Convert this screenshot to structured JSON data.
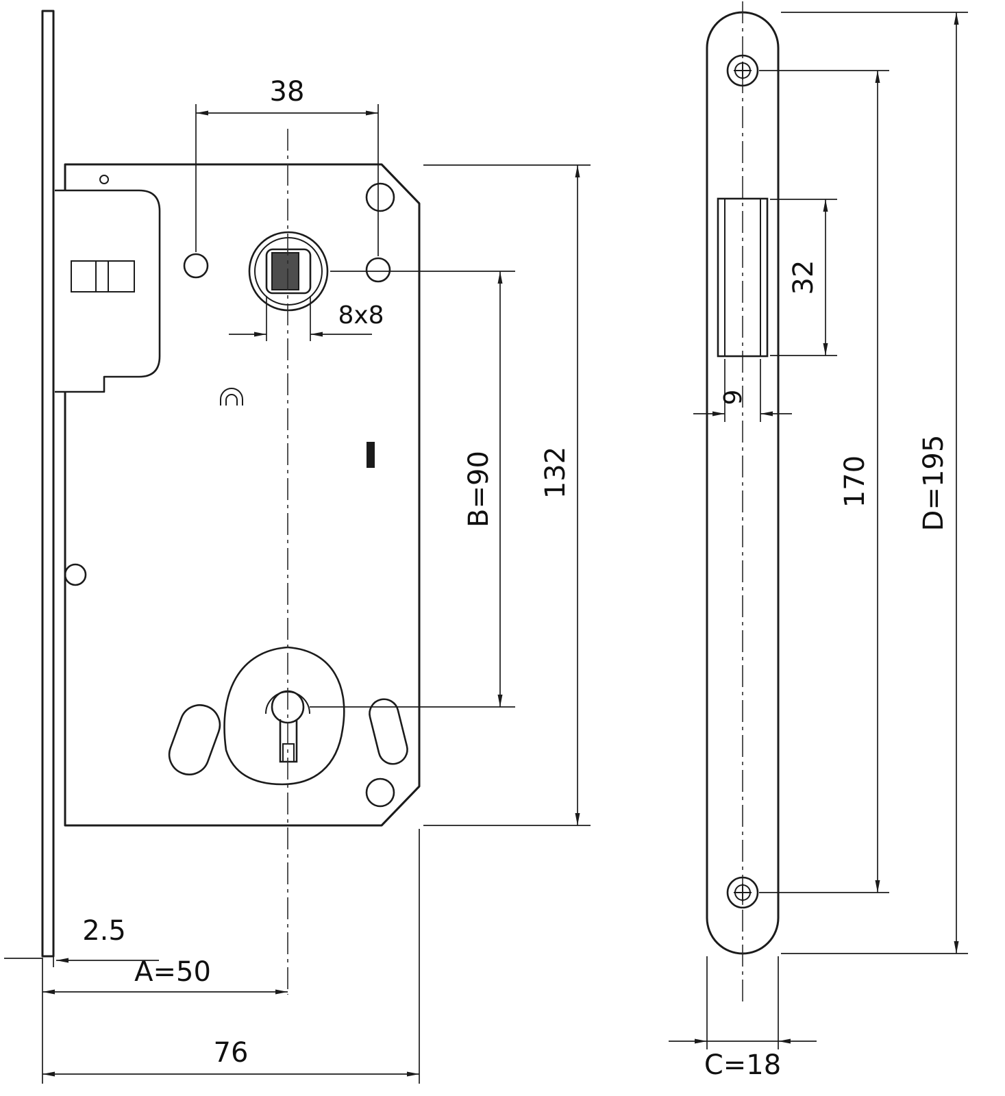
{
  "colors": {
    "line": "#1b1b1b",
    "background": "#ffffff"
  },
  "body_view": {
    "dimensions": {
      "holes_spacing": "38",
      "spindle_square": "8x8",
      "backset_b": "B=90",
      "case_height": "132",
      "plate_thickness": "2.5",
      "backset_a": "A=50",
      "case_depth": "76"
    }
  },
  "plate_view": {
    "dimensions": {
      "cutout_height": "32",
      "cutout_width": "9",
      "screw_spacing": "170",
      "plate_length": "D=195",
      "plate_width": "C=18"
    }
  }
}
